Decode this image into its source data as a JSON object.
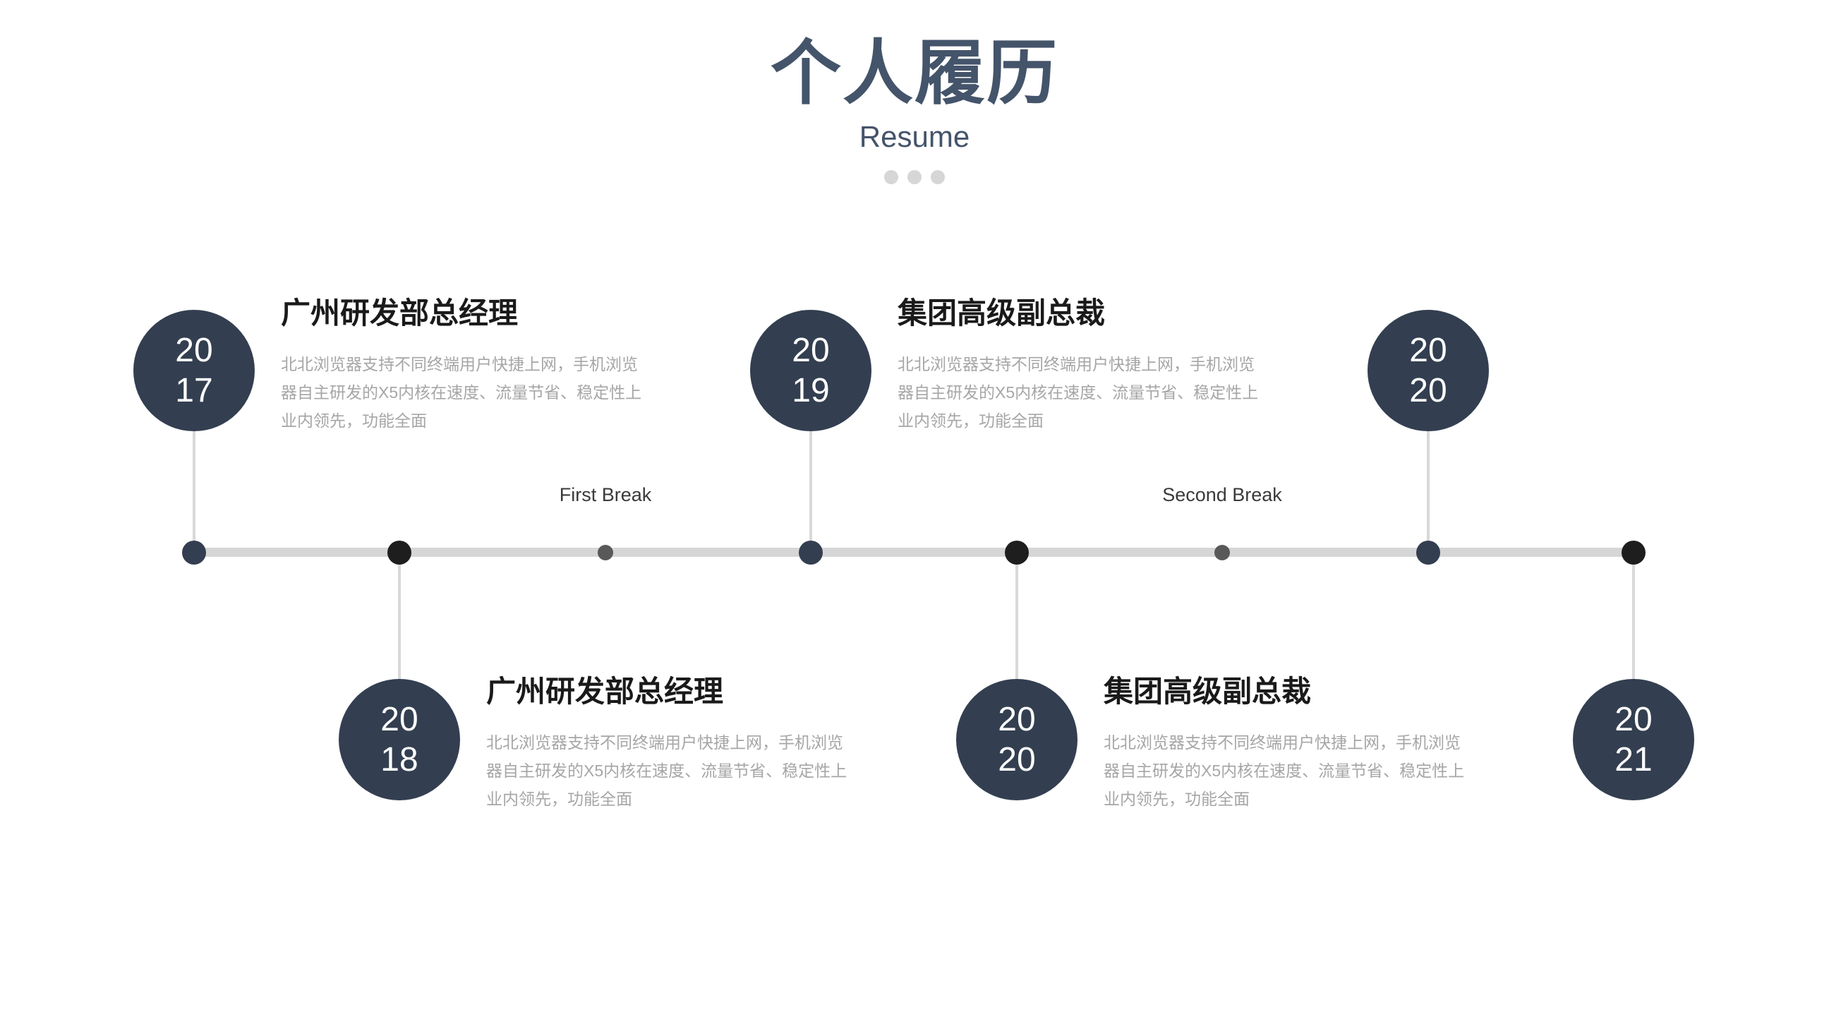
{
  "header": {
    "title": "个人履历",
    "subtitle": "Resume"
  },
  "timeline": {
    "events": [
      {
        "year_top": "20",
        "year_bottom": "17",
        "side": "top",
        "title": "广州研发部总经理",
        "description": "北北浏览器支持不同终端用户快捷上网，手机浏览\n器自主研发的X5内核在速度、流量节省、稳定性上\n业内领先，功能全面"
      },
      {
        "year_top": "20",
        "year_bottom": "18",
        "side": "bottom",
        "title": "广州研发部总经理",
        "description": "北北浏览器支持不同终端用户快捷上网，手机浏览\n器自主研发的X5内核在速度、流量节省、稳定性上\n业内领先，功能全面"
      },
      {
        "year_top": "20",
        "year_bottom": "19",
        "side": "top",
        "title": "集团高级副总裁",
        "description": "北北浏览器支持不同终端用户快捷上网，手机浏览\n器自主研发的X5内核在速度、流量节省、稳定性上\n业内领先，功能全面"
      },
      {
        "year_top": "20",
        "year_bottom": "20",
        "side": "bottom",
        "title": "集团高级副总裁",
        "description": "北北浏览器支持不同终端用户快捷上网，手机浏览\n器自主研发的X5内核在速度、流量节省、稳定性上\n业内领先，功能全面"
      },
      {
        "year_top": "20",
        "year_bottom": "20",
        "side": "top"
      },
      {
        "year_top": "20",
        "year_bottom": "21",
        "side": "bottom"
      }
    ],
    "breaks": [
      {
        "label": "First Break"
      },
      {
        "label": "Second Break"
      }
    ]
  },
  "colors": {
    "accent_slate": "#333F50",
    "header_text": "#44546A",
    "event_dot_black": "#1E1E1E",
    "break_dot_gray": "#595959",
    "line_gray": "#D6D6D6",
    "body_text_gray": "#A6A6A6"
  }
}
